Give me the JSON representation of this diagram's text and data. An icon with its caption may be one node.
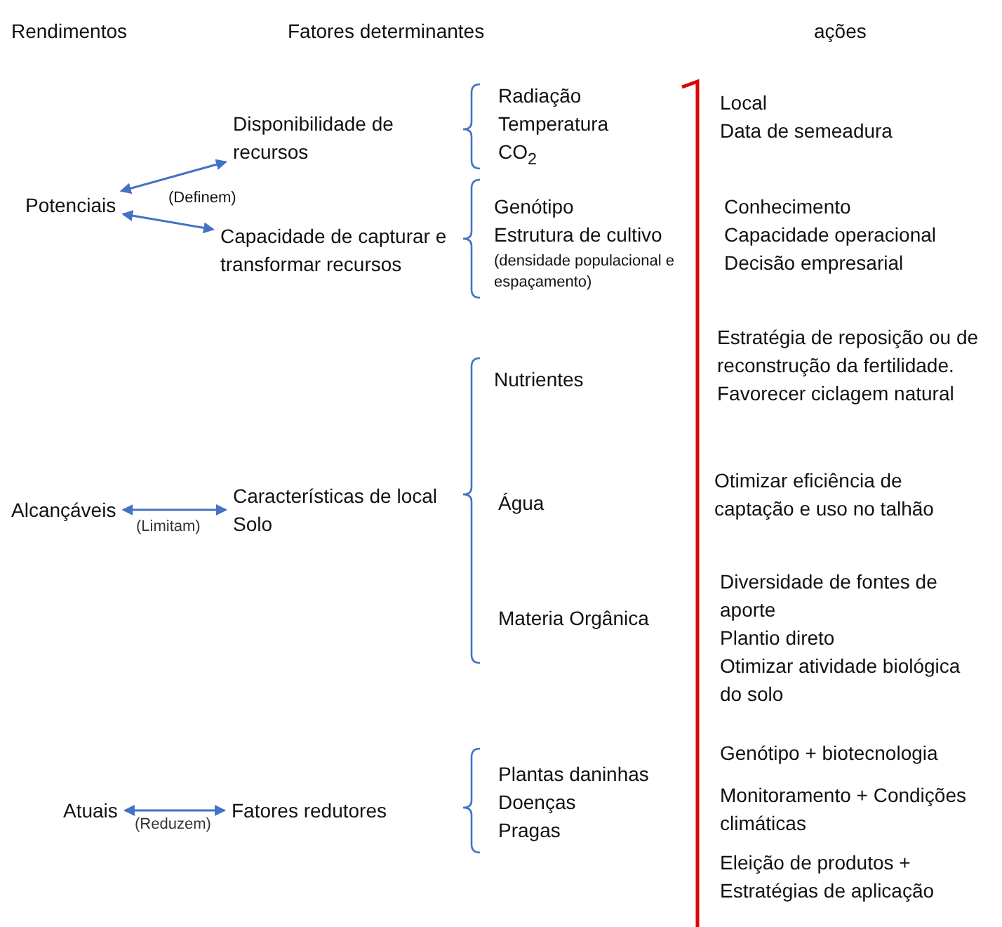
{
  "diagram": {
    "nodes": [
      {
        "text": [
          "Potenciais"
        ]
      },
      {
        "text": [
          "Disponibilidade de recursos"
        ]
      },
      {
        "text": [
          "Capacidade de capturar e transformar recursos"
        ]
      },
      {
        "text": [
          "Alcançáveis"
        ]
      },
      {
        "text": [
          "Características de local",
          "Solo"
        ]
      },
      {
        "text": [
          "Atuais"
        ]
      },
      {
        "text": [
          "Fatores redutores"
        ]
      }
    ],
    "edges": [
      {
        "from": 0,
        "to": 1,
        "arrow": "both"
      },
      {
        "from": 0,
        "to": 2,
        "arrow": "both"
      },
      {
        "from": 3,
        "to": 4,
        "arrow": "both",
        "label": "(Limitam)"
      },
      {
        "from": 5,
        "to": 6,
        "arrow": "both",
        "label": "(Reduzem)"
      }
    ],
    "labels": [
      "Rendimentos",
      "Fatores determinantes",
      "ações",
      "Radiação",
      "Temperatura",
      "CO$_{2}$",
      "Local",
      "Data de semeadura",
      "Genótipo",
      "Estrutura de cultivo",
      "(densidade populacional e espaçamento)",
      "Conhecimento",
      "Capacidade operacional",
      "Decisão empresarial",
      "Estratégia de reposição ou de reconstrução da fertilidade.",
      "Favorecer ciclagem natural",
      "Nutrientes",
      "Otimizar eficiência de captação e uso no talhão",
      "Água",
      "Diversidade de fontes de aporte",
      "Plantio direto",
      "Otimizar atividade biológica do solo",
      "Materia Orgânica",
      "Genótipo + biotecnologia",
      "Plantas daninhas",
      "Doenças",
      "Pragas",
      "Monitoramento + Condições climáticas",
      "Eleição de produtos + Estratégias de aplicação",
      "(Definem)"
    ]
  }
}
